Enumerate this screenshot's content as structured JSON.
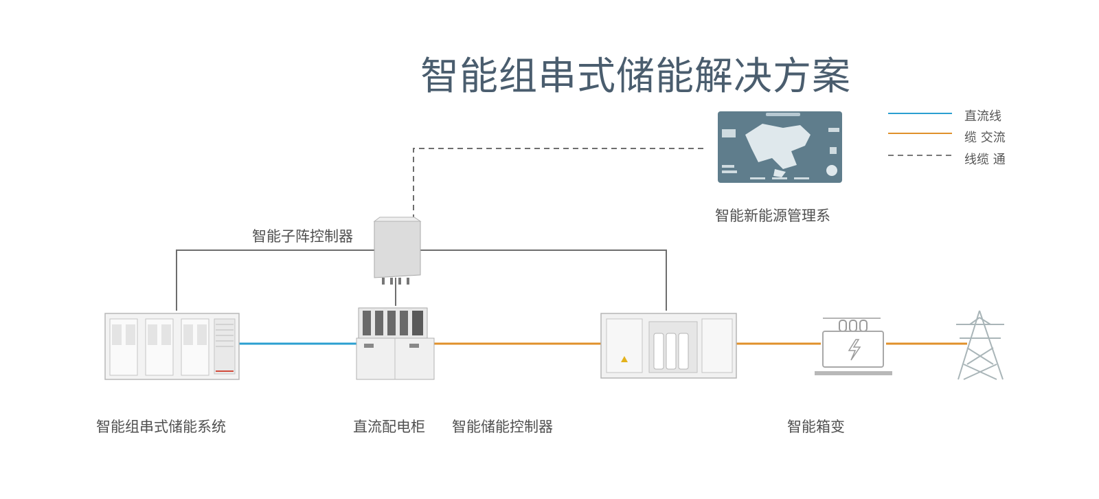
{
  "title": "智能组串式储能解决方案",
  "legend": [
    {
      "label": "直流线",
      "color": "#2a9fd0",
      "style": "solid"
    },
    {
      "label": "缆 交流",
      "color": "#e0902a",
      "style": "solid"
    },
    {
      "label": "线缆 通",
      "color": "#777777",
      "style": "dashed"
    }
  ],
  "labels": {
    "storage_system": "智能组串式储能系统",
    "dc_cabinet": "直流配电柜",
    "pcs": "智能储能控制器",
    "transformer": "智能箱变",
    "subarray_controller": "智能子阵控制器",
    "management_system": "智能新能源管理系"
  },
  "icons": {
    "storage_system": "battery-container-icon",
    "dc_cabinet": "dc-cabinet-icon",
    "subarray_controller": "controller-box-icon",
    "pcs": "pcs-container-icon",
    "transformer": "transformer-icon",
    "tower": "power-tower-icon",
    "management": "dashboard-screen-icon"
  }
}
